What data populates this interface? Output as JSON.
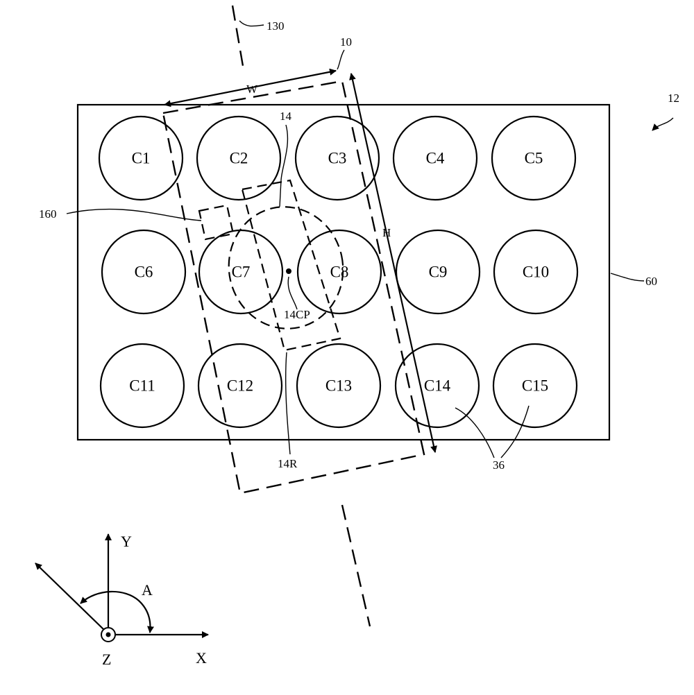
{
  "figure": {
    "cells": [
      {
        "id": "c1",
        "label": "C1"
      },
      {
        "id": "c2",
        "label": "C2"
      },
      {
        "id": "c3",
        "label": "C3"
      },
      {
        "id": "c4",
        "label": "C4"
      },
      {
        "id": "c5",
        "label": "C5"
      },
      {
        "id": "c6",
        "label": "C6"
      },
      {
        "id": "c7",
        "label": "C7"
      },
      {
        "id": "c8",
        "label": "C8"
      },
      {
        "id": "c9",
        "label": "C9"
      },
      {
        "id": "c10",
        "label": "C10"
      },
      {
        "id": "c11",
        "label": "C11"
      },
      {
        "id": "c12",
        "label": "C12"
      },
      {
        "id": "c13",
        "label": "C13"
      },
      {
        "id": "c14",
        "label": "C14"
      },
      {
        "id": "c15",
        "label": "C15"
      }
    ],
    "reference_labels": {
      "axis_line": "130",
      "frame": "10",
      "tray_assembly": "12",
      "field": "14",
      "sub_region": "160",
      "panel": "60",
      "center_point": "14CP",
      "region": "14R",
      "cell_outline": "36",
      "width": "W",
      "height": "H"
    },
    "axes": {
      "x": "X",
      "y": "Y",
      "z": "Z",
      "angle": "A"
    }
  }
}
